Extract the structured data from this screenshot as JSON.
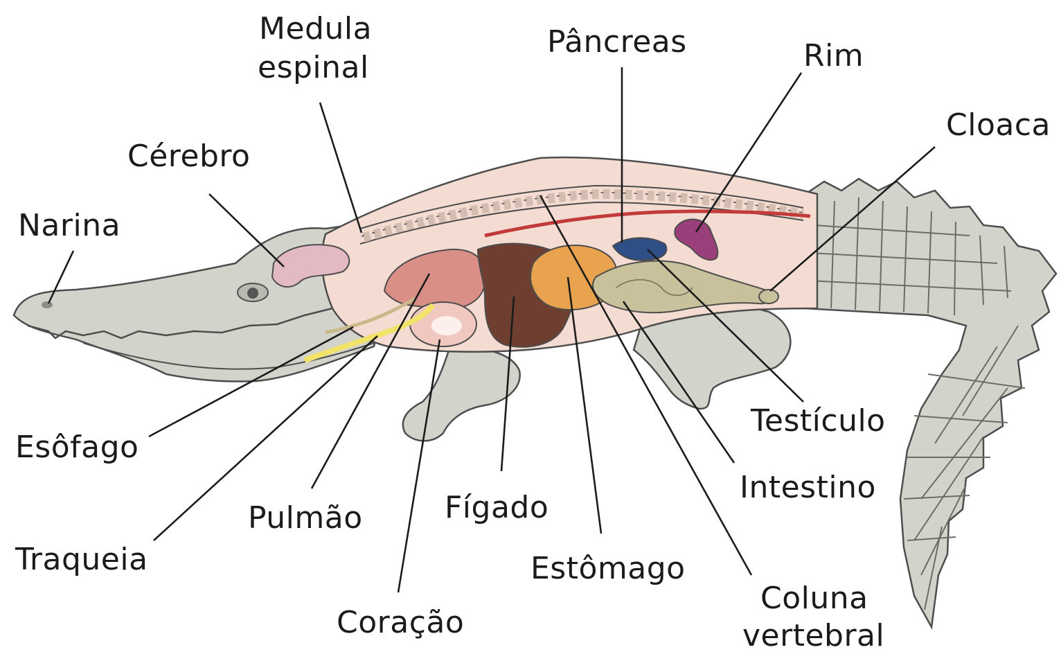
{
  "labels": {
    "narina": "Narina",
    "cerebro": "Cérebro",
    "medula_line1": "Medula",
    "medula_line2": "espinal",
    "pancreas": "Pâncreas",
    "rim": "Rim",
    "cloaca": "Cloaca",
    "esofago": "Esôfago",
    "traqueia": "Traqueia",
    "pulmao": "Pulmão",
    "coracao": "Coração",
    "figado": "Fígado",
    "estomago": "Estômago",
    "testiculo": "Testículo",
    "intestino": "Intestino",
    "coluna_line1": "Coluna",
    "coluna_line2": "vertebral"
  },
  "colors": {
    "skin": "#d2d4cc",
    "skin_dark": "#a9aca3",
    "body_cavity": "#f4dcd2",
    "brain": "#e3b9c4",
    "lung": "#d98f86",
    "heart": "#f0c8c0",
    "liver": "#6e3f31",
    "stomach": "#e9a24d",
    "pancreas": "#2e4f86",
    "kidney": "#9b3f7a",
    "intestine": "#c9c19b",
    "spine": "#cfb9ad",
    "artery": "#c23a3a",
    "trachea": "#f1e26a"
  },
  "icons": {
    "animal": "crocodile-anatomy-illustration"
  }
}
